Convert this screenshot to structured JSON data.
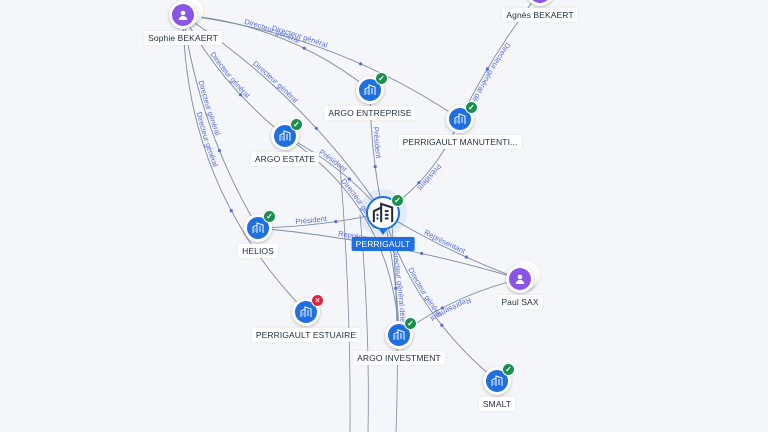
{
  "nodes": [
    {
      "id": "sophie",
      "label": "Sophie BEKAERT",
      "kind": "person",
      "badge": "none",
      "stacked": true
    },
    {
      "id": "agnes",
      "label": "Agnès BEKAERT",
      "kind": "person",
      "badge": "none",
      "stacked": false
    },
    {
      "id": "argo_entreprise",
      "label": "ARGO ENTREPRISE",
      "kind": "company",
      "badge": "ok",
      "stacked": false
    },
    {
      "id": "perrigault_manut",
      "label": "PERRIGAULT MANUTENTI...",
      "kind": "company",
      "badge": "ok",
      "stacked": false
    },
    {
      "id": "argo_estate",
      "label": "ARGO ESTATE",
      "kind": "company",
      "badge": "ok",
      "stacked": false
    },
    {
      "id": "perrigault",
      "label": "PERRIGAULT",
      "kind": "focus",
      "badge": "ok",
      "stacked": false
    },
    {
      "id": "helios",
      "label": "HELIOS",
      "kind": "company",
      "badge": "ok",
      "stacked": false
    },
    {
      "id": "paul_sax",
      "label": "Paul SAX",
      "kind": "person",
      "badge": "none",
      "stacked": true
    },
    {
      "id": "perrigault_estuaire",
      "label": "PERRIGAULT ESTUAIRE",
      "kind": "company",
      "badge": "ko",
      "stacked": false
    },
    {
      "id": "argo_investment",
      "label": "ARGO INVESTMENT",
      "kind": "company",
      "badge": "ok",
      "stacked": false
    },
    {
      "id": "smalt",
      "label": "SMALT",
      "kind": "company",
      "badge": "ok",
      "stacked": false
    }
  ],
  "edges": [
    {
      "from": "sophie",
      "to": "argo_entreprise",
      "label": "Directeur général"
    },
    {
      "from": "sophie",
      "to": "perrigault_manut",
      "label": "Directeur général"
    },
    {
      "from": "sophie",
      "to": "argo_estate",
      "label": "Directeur général"
    },
    {
      "from": "sophie",
      "to": "helios",
      "label": "Directeur général"
    },
    {
      "from": "sophie",
      "to": "perrigault",
      "label": "Directeur général"
    },
    {
      "from": "sophie",
      "to": "perrigault_estuaire",
      "label": "Directeur général"
    },
    {
      "from": "agnes",
      "to": "perrigault_manut",
      "label": "Directeur général délégué"
    },
    {
      "from": "argo_entreprise",
      "to": "perrigault",
      "label": "Président"
    },
    {
      "from": "perrigault_manut",
      "to": "perrigault",
      "label": "Président"
    },
    {
      "from": "argo_estate",
      "to": "perrigault",
      "label": "Président"
    },
    {
      "from": "helios",
      "to": "perrigault",
      "label": "Président"
    },
    {
      "from": "perrigault",
      "to": "paul_sax",
      "label": "Représentant"
    },
    {
      "from": "perrigault",
      "to": "smalt",
      "label": "Directeur général"
    },
    {
      "from": "perrigault",
      "to": "argo_investment",
      "label": "Directeur général délégué"
    },
    {
      "from": "paul_sax",
      "to": "argo_investment",
      "label": "Représentant"
    },
    {
      "from": "helios",
      "to": "paul_sax",
      "label": "Représentant"
    },
    {
      "from": "argo_estate",
      "to": "argo_investment",
      "label": "Directeur général"
    }
  ],
  "colors": {
    "edge": "#7d8aa0",
    "edge_label": "#5b6bd6",
    "company": "#1f6fe0",
    "person": "#8a54e6",
    "ok": "#1a8f4e",
    "ko": "#e0243c"
  }
}
